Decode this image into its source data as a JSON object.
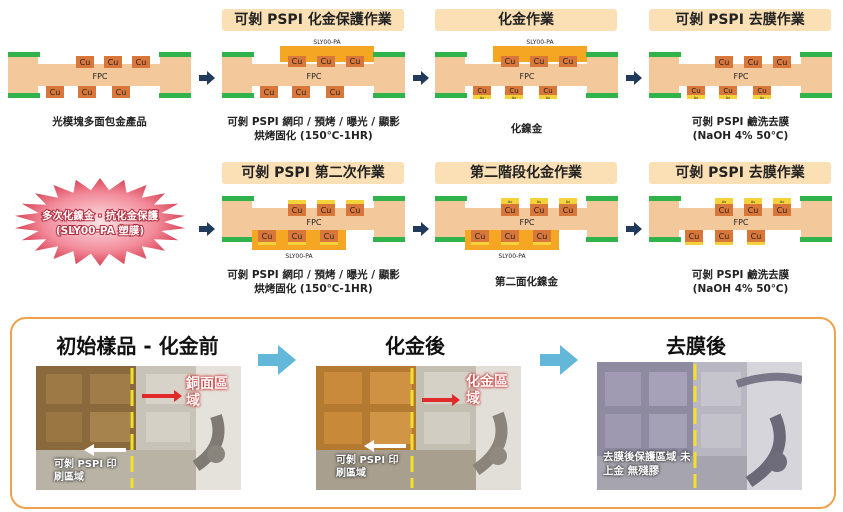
{
  "row1": {
    "headers": [
      "可剝 PSPI 化金保護作業",
      "化金作業",
      "可剝 PSPI 去膜作業"
    ],
    "captions": [
      "光模塊多面包金產品",
      "可剝 PSPI 網印 / 預烤 / 曝光 / 顯影",
      "烘烤固化 (150℃-1HR)",
      "化鎳金",
      "可剝 PSPI 鹼洗去膜",
      "(NaOH 4% 50℃)"
    ]
  },
  "row2": {
    "headers": [
      "可剝 PSPI 第二次作業",
      "第二階段化金作業",
      "可剝 PSPI 去膜作業"
    ],
    "captions": [
      "可剝 PSPI 網印 / 預烤 / 曝光 / 顯影",
      "烘烤固化 (150℃-1HR)",
      "第二面化鎳金",
      "可剝 PSPI 鹼洗去膜",
      "(NaOH 4% 50℃)"
    ]
  },
  "burst": {
    "line1": "多次化鎳金 · 抗化金保護",
    "line2": "(SLY00-PA 塑膜)"
  },
  "diagram": {
    "fpc": "FPC",
    "cu": "Cu",
    "au": "Au",
    "sly": "SLY00-PA"
  },
  "photos": {
    "titles": [
      "初始樣品 - 化金前",
      "化金後",
      "去膜後"
    ],
    "p1": {
      "red": "銅面區域",
      "white": "可剝 PSPI 印刷區域"
    },
    "p2": {
      "red": "化金區域",
      "white": "可剝 PSPI 印刷區域"
    },
    "p3": {
      "white": "去膜後保護區域 未上金 無殘膠"
    }
  },
  "colors": {
    "fpc": "#f3c89a",
    "cu": "#d9773a",
    "green": "#2fb34a",
    "orange": "#f0a24b",
    "au": "#f4d33a"
  }
}
